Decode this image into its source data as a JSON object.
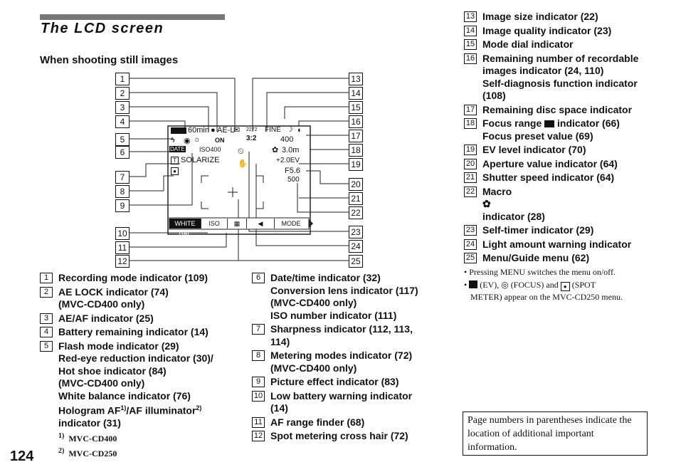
{
  "page": {
    "title": "The LCD screen",
    "subtitle": "When shooting still images",
    "page_number": "124"
  },
  "left_list": [
    {
      "num": "1",
      "lines": [
        "Recording mode indicator (109)"
      ]
    },
    {
      "num": "2",
      "lines": [
        "AE LOCK indicator (74)",
        "(MVC-CD400 only)"
      ]
    },
    {
      "num": "3",
      "lines": [
        "AE/AF indicator (25)"
      ]
    },
    {
      "num": "4",
      "lines": [
        "Battery remaining indicator (14)"
      ]
    },
    {
      "num": "5",
      "lines": [
        "Flash mode indicator (29)",
        "Red-eye reduction indicator (30)/",
        "Hot shoe  indicator (84)",
        "(MVC-CD400 only)",
        "White balance  indicator (76)"
      ]
    }
  ],
  "hologram_line": {
    "a": "Hologram AF",
    "sup1": "1)",
    "b": "/AF illuminator",
    "sup2": "2)"
  },
  "item5_last": "indicator (31)",
  "footnotes": [
    {
      "mark": "1)",
      "text": "MVC-CD400"
    },
    {
      "mark": "2)",
      "text": "MVC-CD250"
    }
  ],
  "mid_list": [
    {
      "num": "6",
      "lines": [
        "Date/time indicator (32)",
        "Conversion lens indicator (117)",
        "(MVC-CD400 only)",
        "ISO number indicator (111)"
      ]
    },
    {
      "num": "7",
      "lines": [
        "Sharpness indicator (112, 113,",
        "114)"
      ]
    },
    {
      "num": "8",
      "lines": [
        "Metering modes indicator (72)",
        "(MVC-CD400 only)"
      ]
    },
    {
      "num": "9",
      "lines": [
        "Picture effect indicator (83)"
      ]
    },
    {
      "num": "10",
      "lines": [
        "Low battery warning indicator",
        "(14)"
      ]
    },
    {
      "num": "11",
      "lines": [
        "AF range finder (68)"
      ]
    },
    {
      "num": "12",
      "lines": [
        "Spot metering cross hair (72)"
      ]
    }
  ],
  "right_list": [
    {
      "num": "13",
      "lines": [
        "Image size indicator (22)"
      ]
    },
    {
      "num": "14",
      "lines": [
        "Image quality indicator (23)"
      ]
    },
    {
      "num": "15",
      "lines": [
        "Mode dial indicator"
      ]
    },
    {
      "num": "16",
      "lines": [
        "Remaining number of recordable",
        "images indicator (24, 110)",
        "Self-diagnosis function indicator",
        "(108)"
      ]
    },
    {
      "num": "17",
      "lines": [
        "Remaining disc space indicator"
      ]
    }
  ],
  "item18": {
    "num": "18",
    "a": "Focus range",
    "b": "indicator (66)",
    "line2": "Focus preset value (69)"
  },
  "right_list2": [
    {
      "num": "19",
      "lines": [
        "EV level indicator (70)"
      ]
    },
    {
      "num": "20",
      "lines": [
        "Aperture value indicator (64)"
      ]
    },
    {
      "num": "21",
      "lines": [
        "Shutter speed indicator (64)"
      ]
    }
  ],
  "item22": {
    "num": "22",
    "a": "Macro",
    "b": "indicator (28)"
  },
  "right_list3": [
    {
      "num": "23",
      "lines": [
        "Self-timer indicator (29)"
      ]
    },
    {
      "num": "24",
      "lines": [
        "Light amount warning indicator"
      ]
    },
    {
      "num": "25",
      "lines": [
        "Menu/Guide menu (62)"
      ]
    }
  ],
  "notes": {
    "n1": "Pressing MENU switches the menu on/off.",
    "n2a": "(EV),",
    "n2b": "(FOCUS) and",
    "n2c": "(SPOT",
    "n2d": "METER) appear on the MVC-CD250 menu."
  },
  "info_box": "Page numbers in parentheses indicate the location of additional important information.",
  "lcd": {
    "battery_time": "60min",
    "ae_l": "AE-L",
    "image_size": "2272",
    "aspect": "3:2",
    "fine": "FINE",
    "remaining": "400",
    "focus": "3.0m",
    "ev": "+2.0EV",
    "aperture": "F5.6",
    "shutter": "500",
    "date": "DATE",
    "iso": "ISO400",
    "effect": "SOLARIZE",
    "s_on": "ON",
    "menu": [
      "WHITE BAL",
      "ISO",
      "",
      "",
      "MODE"
    ]
  },
  "diagram_left_nums": [
    "1",
    "2",
    "3",
    "4",
    "5",
    "6",
    "7",
    "8",
    "9",
    "10",
    "11",
    "12"
  ],
  "diagram_right_nums": [
    "13",
    "14",
    "15",
    "16",
    "17",
    "18",
    "19",
    "20",
    "21",
    "22",
    "23",
    "24",
    "25"
  ]
}
